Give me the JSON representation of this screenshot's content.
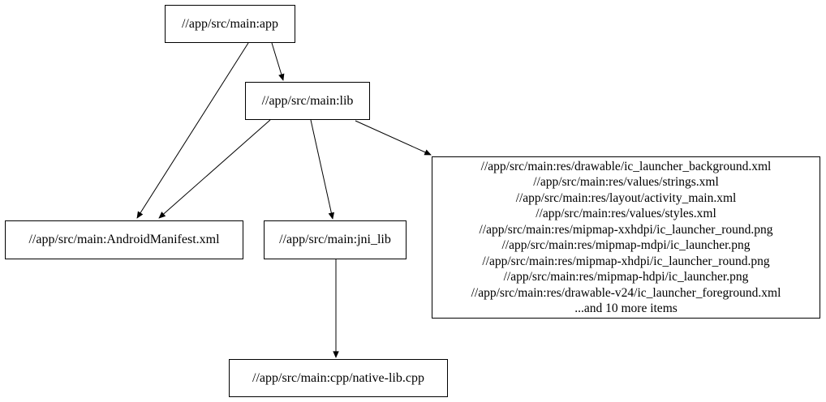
{
  "diagram": {
    "type": "dependency-graph",
    "background_color": "#ffffff",
    "node_fill_color": "#ffffff",
    "node_border_color": "#000000",
    "edge_color": "#000000",
    "text_color": "#000000",
    "nodes": [
      {
        "id": "app",
        "label": "//app/src/main:app"
      },
      {
        "id": "lib",
        "label": "//app/src/main:lib"
      },
      {
        "id": "android-manifest",
        "label": "//app/src/main:AndroidManifest.xml"
      },
      {
        "id": "jni-lib",
        "label": "//app/src/main:jni_lib"
      },
      {
        "id": "resources",
        "lines": [
          "//app/src/main:res/drawable/ic_launcher_background.xml",
          "//app/src/main:res/values/strings.xml",
          "//app/src/main:res/layout/activity_main.xml",
          "//app/src/main:res/values/styles.xml",
          "//app/src/main:res/mipmap-xxhdpi/ic_launcher_round.png",
          "//app/src/main:res/mipmap-mdpi/ic_launcher.png",
          "//app/src/main:res/mipmap-xhdpi/ic_launcher_round.png",
          "//app/src/main:res/mipmap-hdpi/ic_launcher.png",
          "//app/src/main:res/drawable-v24/ic_launcher_foreground.xml",
          "...and 10 more items"
        ]
      },
      {
        "id": "native-lib-cpp",
        "label": "//app/src/main:cpp/native-lib.cpp"
      }
    ],
    "edges": [
      {
        "from": "app",
        "to": "lib"
      },
      {
        "from": "app",
        "to": "android-manifest"
      },
      {
        "from": "lib",
        "to": "android-manifest"
      },
      {
        "from": "lib",
        "to": "jni-lib"
      },
      {
        "from": "lib",
        "to": "resources"
      },
      {
        "from": "jni-lib",
        "to": "native-lib-cpp"
      }
    ]
  }
}
